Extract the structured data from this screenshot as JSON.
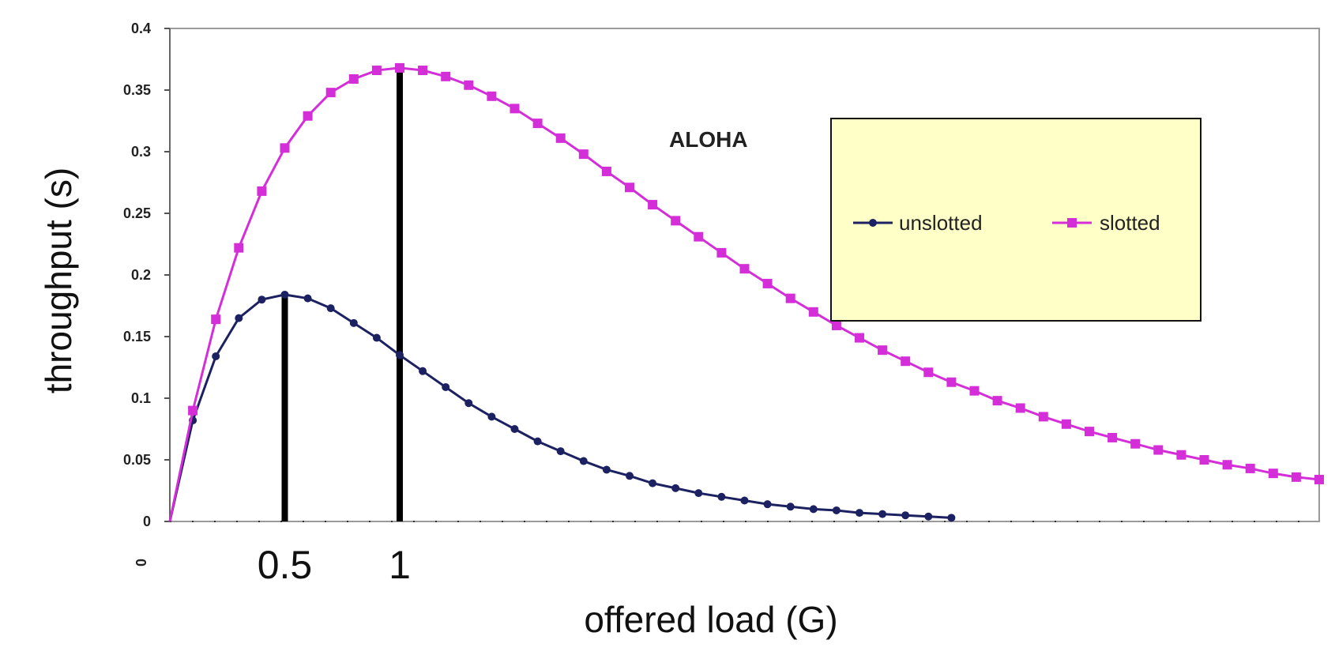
{
  "chart_data": {
    "type": "line",
    "title": "ALOHA",
    "xlabel": "offered load (G)",
    "ylabel": "throughput (s)",
    "ylim": [
      0,
      0.4
    ],
    "xlim": [
      0,
      5
    ],
    "y_ticks": [
      "0",
      "0.05",
      "0.1",
      "0.15",
      "0.2",
      "0.25",
      "0.3",
      "0.35",
      "0.4"
    ],
    "x_tick_labels": [
      {
        "value": 0,
        "label": "0"
      },
      {
        "value": 0.5,
        "label": "0.5"
      },
      {
        "value": 1,
        "label": "1"
      }
    ],
    "markers": [
      0.5,
      1
    ],
    "legend_position": "right",
    "grid": false,
    "series": [
      {
        "name": "unslotted",
        "color": "#1c2161",
        "marker": "circle",
        "x": [
          0,
          0.1,
          0.2,
          0.3,
          0.4,
          0.5,
          0.6,
          0.7,
          0.8,
          0.9,
          1.0,
          1.1,
          1.2,
          1.3,
          1.4,
          1.5,
          1.6,
          1.7,
          1.8,
          1.9,
          2.0,
          2.1,
          2.2,
          2.3,
          2.4,
          2.5,
          2.6,
          2.7,
          2.8,
          2.9,
          3.0,
          3.1,
          3.2,
          3.3,
          3.4
        ],
        "values": [
          0,
          0.082,
          0.134,
          0.165,
          0.18,
          0.184,
          0.181,
          0.173,
          0.161,
          0.149,
          0.135,
          0.122,
          0.109,
          0.096,
          0.085,
          0.075,
          0.065,
          0.057,
          0.049,
          0.042,
          0.037,
          0.031,
          0.027,
          0.023,
          0.02,
          0.017,
          0.014,
          0.012,
          0.01,
          0.009,
          0.007,
          0.006,
          0.005,
          0.004,
          0.003
        ]
      },
      {
        "name": "slotted",
        "color": "#d42ed8",
        "marker": "square",
        "x": [
          0,
          0.1,
          0.2,
          0.3,
          0.4,
          0.5,
          0.6,
          0.7,
          0.8,
          0.9,
          1.0,
          1.1,
          1.2,
          1.3,
          1.4,
          1.5,
          1.6,
          1.7,
          1.8,
          1.9,
          2.0,
          2.1,
          2.2,
          2.3,
          2.4,
          2.5,
          2.6,
          2.7,
          2.8,
          2.9,
          3.0,
          3.1,
          3.2,
          3.3,
          3.4,
          3.5,
          3.6,
          3.7,
          3.8,
          3.9,
          4.0,
          4.1,
          4.2,
          4.3,
          4.4,
          4.5,
          4.6,
          4.7,
          4.8,
          4.9,
          5.0
        ],
        "values": [
          0,
          0.09,
          0.164,
          0.222,
          0.268,
          0.303,
          0.329,
          0.348,
          0.359,
          0.366,
          0.368,
          0.366,
          0.361,
          0.354,
          0.345,
          0.335,
          0.323,
          0.311,
          0.298,
          0.284,
          0.271,
          0.257,
          0.244,
          0.231,
          0.218,
          0.205,
          0.193,
          0.181,
          0.17,
          0.159,
          0.149,
          0.139,
          0.13,
          0.121,
          0.113,
          0.106,
          0.098,
          0.092,
          0.085,
          0.079,
          0.073,
          0.068,
          0.063,
          0.058,
          0.054,
          0.05,
          0.046,
          0.043,
          0.039,
          0.036,
          0.034
        ]
      }
    ]
  }
}
